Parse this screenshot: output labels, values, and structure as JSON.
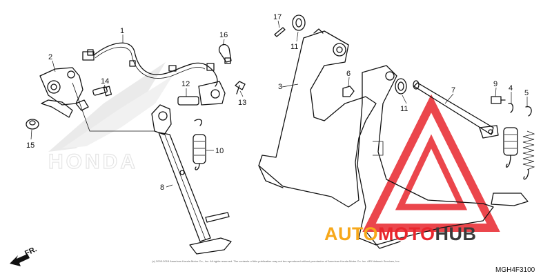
{
  "diagram": {
    "part_numbers": [
      "1",
      "2",
      "3",
      "4",
      "5",
      "6",
      "7",
      "8",
      "9",
      "10",
      "11",
      "11",
      "12",
      "13",
      "14",
      "15",
      "16",
      "17"
    ],
    "diagram_code": "MGH4F3100",
    "front_label": "FR.",
    "background_logo_text": "HONDA",
    "copyright": "(c) 2003-2015 American Honda Motor Co., Inc. All rights reserved. The contents of this publication may not be reproduced without permission of American Honda Motor Co. Inc. ARI Network Services, Inc.",
    "watermark": {
      "prefix": "AUTO",
      "middle": "MOTO",
      "suffix": "HUB",
      "colors": {
        "red": "#e8262d",
        "orange": "#f7a81b",
        "dark": "#3a3a3a"
      }
    }
  }
}
